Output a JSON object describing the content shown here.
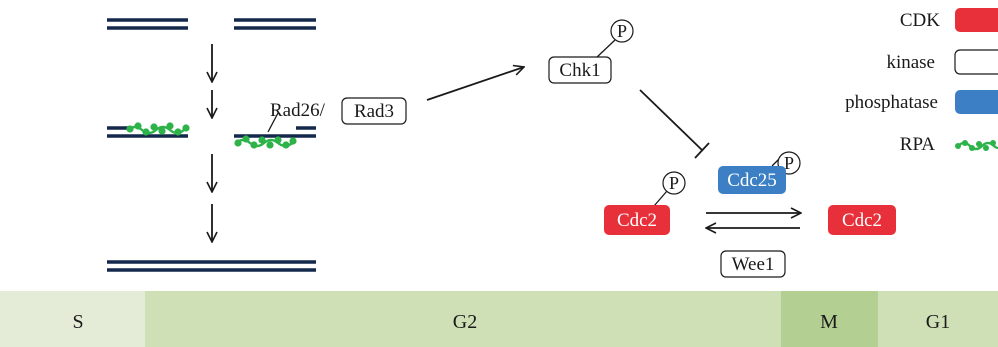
{
  "colors": {
    "dna": "#14284b",
    "rpa": "#2db34a",
    "cdk": "#e8303a",
    "phosphatase": "#3d7fc4",
    "kinase_fill": "#ffffff",
    "phase_s": "#e4ecd8",
    "phase_g2": "#cfe0b6",
    "phase_m": "#b3cf91",
    "phase_g1": "#cfe0b6"
  },
  "pathway": {
    "rad26_label": "Rad26/",
    "rad3_label": "Rad3",
    "chk1_label": "Chk1",
    "cdc25_label": "Cdc25",
    "cdc2_phospho_label": "Cdc2",
    "cdc2_active_label": "Cdc2",
    "wee1_label": "Wee1",
    "phospho_symbol": "P"
  },
  "legend": {
    "cdk": "CDK",
    "kinase": "kinase",
    "phosphatase": "phosphatase",
    "rpa": "RPA"
  },
  "phases": [
    "S",
    "G2",
    "M",
    "G1"
  ]
}
